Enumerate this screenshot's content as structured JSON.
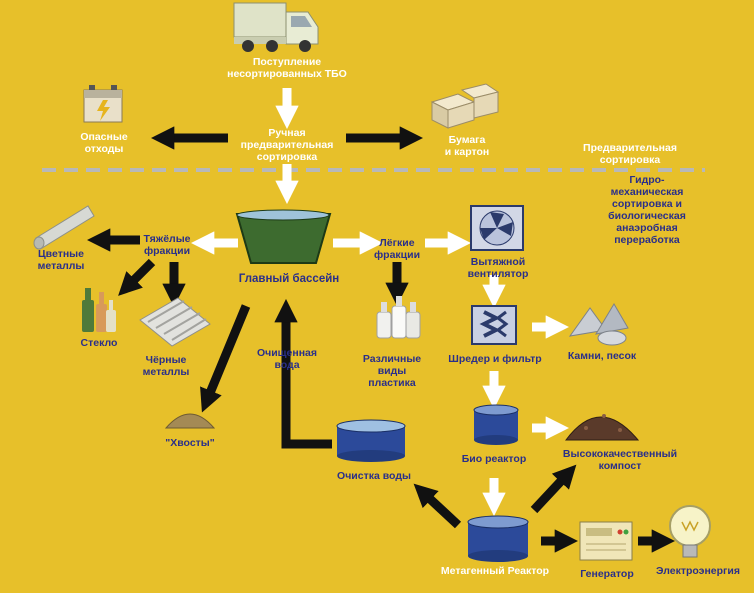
{
  "colors": {
    "background": "#e7c02a",
    "label": "#2a2f8a",
    "label_light": "#ffffff",
    "arrow_black": "#111111",
    "arrow_white": "#ffffff",
    "divider": "#b8b8b8"
  },
  "labels": {
    "tbo_intake": "Поступление\nнесортированных ТБО",
    "manual_sorting": "Ручная\nпредварительная\nсортировка",
    "hazardous": "Опасные\nотходы",
    "paper": "Бумага\nи картон",
    "pre_sorting": "Предварительная\nсортировка",
    "hydro_mech": "Гидро-механическая\nсортировка и биологическая\nанаэробная переработка",
    "heavy": "Тяжёлые\nфракции",
    "light": "Лёгкие\nфракции",
    "color_metals": "Цветные\nметаллы",
    "glass": "Стекло",
    "ferrous": "Чёрные\nметаллы",
    "main_pool": "Главный бассейн",
    "fan": "Вытяжной\nвентилятор",
    "plastic": "Различные\nвиды\nпластика",
    "purified": "Очищенная\nвода",
    "shredder": "Шредер и фильтр",
    "stones": "Камни, песок",
    "tails": "\"Хвосты\"",
    "bioreactor": "Био реактор",
    "compost": "Высококачественный\nкомпост",
    "water_treat": "Очистка воды",
    "methane": "Метагенный Реактор",
    "generator": "Генератор",
    "electricity": "Электроэнергия"
  },
  "icons": [
    "truck-icon",
    "battery-icon",
    "boxes-icon",
    "basin-icon",
    "pipe-icon",
    "bottles-icon",
    "rails-icon",
    "fan-icon",
    "plastic-bottles-icon",
    "shredder-icon",
    "rocks-icon",
    "tails-pile-icon",
    "tank-icon",
    "compost-icon",
    "reactor-icon",
    "generator-icon",
    "bulb-icon"
  ]
}
